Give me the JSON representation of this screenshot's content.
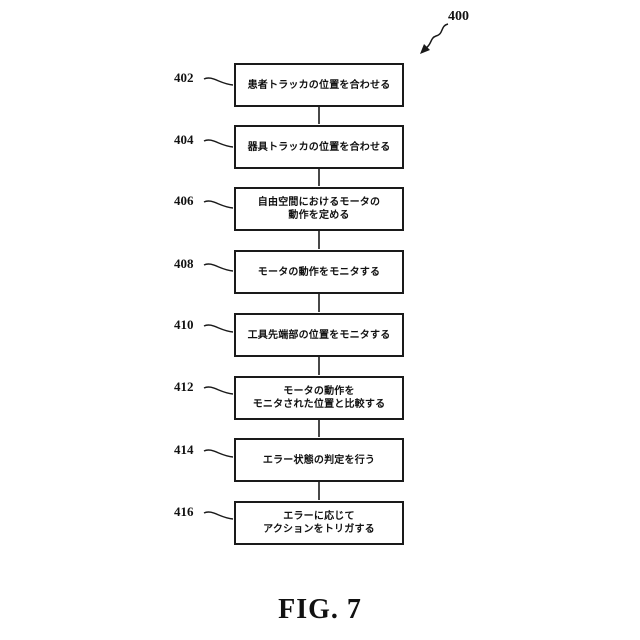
{
  "figure": {
    "reference": "400",
    "caption": "FIG. 7"
  },
  "steps": [
    {
      "ref": "402",
      "text": "患者トラッカの位置を合わせる"
    },
    {
      "ref": "404",
      "text": "器具トラッカの位置を合わせる"
    },
    {
      "ref": "406",
      "text": "自由空間におけるモータの\n動作を定める"
    },
    {
      "ref": "408",
      "text": "モータの動作をモニタする"
    },
    {
      "ref": "410",
      "text": "工具先端部の位置をモニタする"
    },
    {
      "ref": "412",
      "text": "モータの動作を\nモニタされた位置と比較する"
    },
    {
      "ref": "414",
      "text": "エラー状態の判定を行う"
    },
    {
      "ref": "416",
      "text": "エラーに応じて\nアクションをトリガする"
    }
  ]
}
